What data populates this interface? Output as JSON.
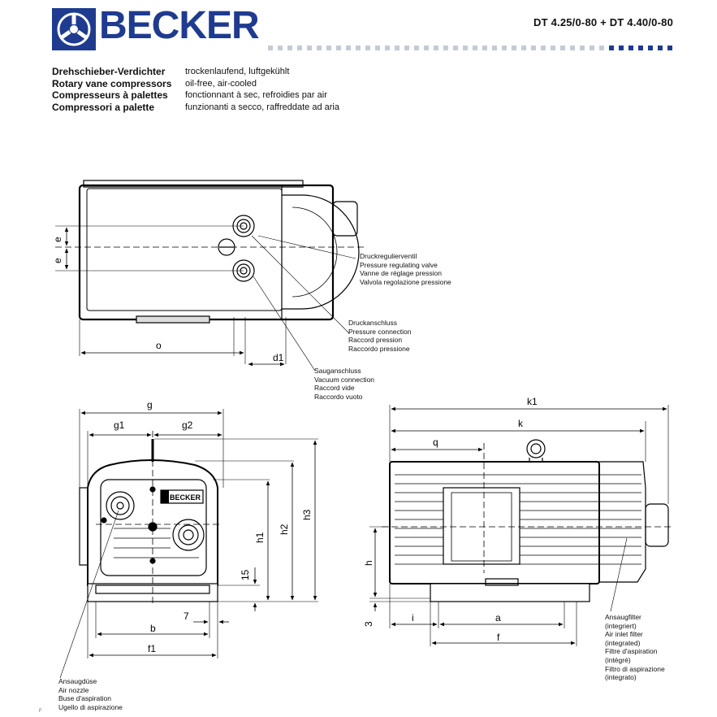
{
  "header": {
    "brand": "BECKER",
    "model": "DT 4.25/0-80 + DT 4.40/0-80",
    "accent_color": "#1f3b8f"
  },
  "product": {
    "titles": [
      "Drehschieber-Verdichter",
      "Rotary vane compressors",
      "Compresseurs à palettes",
      "Compressori a palette"
    ],
    "descriptions": [
      "trockenlaufend, luftgekühlt",
      "oil-free, air-cooled",
      "fonctionnant à sec, refroidies par air",
      "funzionanti a secco, raffreddate ad aria"
    ]
  },
  "callouts": {
    "pressure_valve": [
      "Druckregulierventil",
      "Pressure regulating valve",
      "Vanne de réglage pression",
      "Valvola regolazione pressione"
    ],
    "pressure_connection": [
      "Druckanschluss",
      "Pressure connection",
      "Raccord pression",
      "Raccordo pressione"
    ],
    "vacuum_connection": [
      "Sauganschluss",
      "Vacuum connection",
      "Raccord vide",
      "Raccordo vuoto"
    ],
    "air_inlet_filter": [
      "Ansaugfilter",
      "(integriert)",
      "Air inlet filter",
      "(integrated)",
      "Filtre d'aspiration",
      "(intégré)",
      "Filtro di aspirazione",
      "(integrato)"
    ],
    "air_nozzle": [
      "Ansaugdüse",
      "Air nozzle",
      "Buse d'aspiration",
      "Ugello di aspirazione"
    ]
  },
  "dimensions": {
    "top_view": {
      "e": "e",
      "o": "o",
      "d1": "d1"
    },
    "front_view": {
      "g": "g",
      "g1": "g1",
      "g2": "g2",
      "h1": "h1",
      "h2": "h2",
      "h3": "h3",
      "fifteen": "15",
      "seven": "7",
      "b": "b",
      "f1": "f1",
      "badge": "BECKER"
    },
    "side_view": {
      "k1": "k1",
      "k": "k",
      "q": "q",
      "h": "h",
      "three": "3",
      "i": "i",
      "a": "a",
      "f": "f"
    }
  },
  "footer_mark": "F"
}
